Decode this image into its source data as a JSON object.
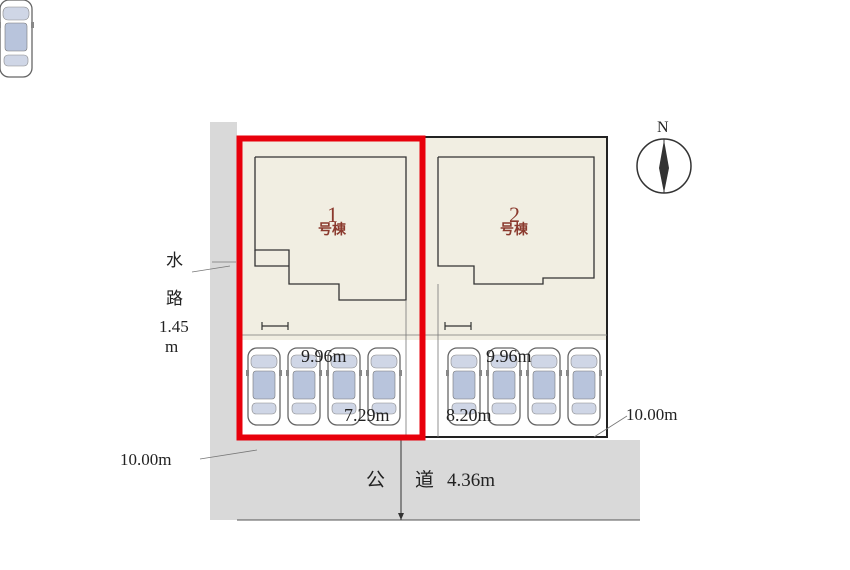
{
  "compass": {
    "letter": "N",
    "icon": "north-arrow-icon"
  },
  "waterway": {
    "char1": "水",
    "char2": "路",
    "width_value": "1.45",
    "width_unit": "m"
  },
  "road": {
    "char1": "公",
    "char2": "道",
    "width": "4.36m"
  },
  "lot1": {
    "number": "1",
    "label": "号棟",
    "frontage": "9.96m",
    "depth": "7.29m"
  },
  "lot2": {
    "number": "2",
    "label": "号棟",
    "frontage": "9.96m",
    "depth": "8.20m"
  },
  "corner_left": "10.00m",
  "corner_right": "10.00m",
  "colors": {
    "highlight": "#e8000b",
    "lot_fill": "#f1eee2",
    "road": "#d9d9d9",
    "parking": "#ffffff"
  }
}
